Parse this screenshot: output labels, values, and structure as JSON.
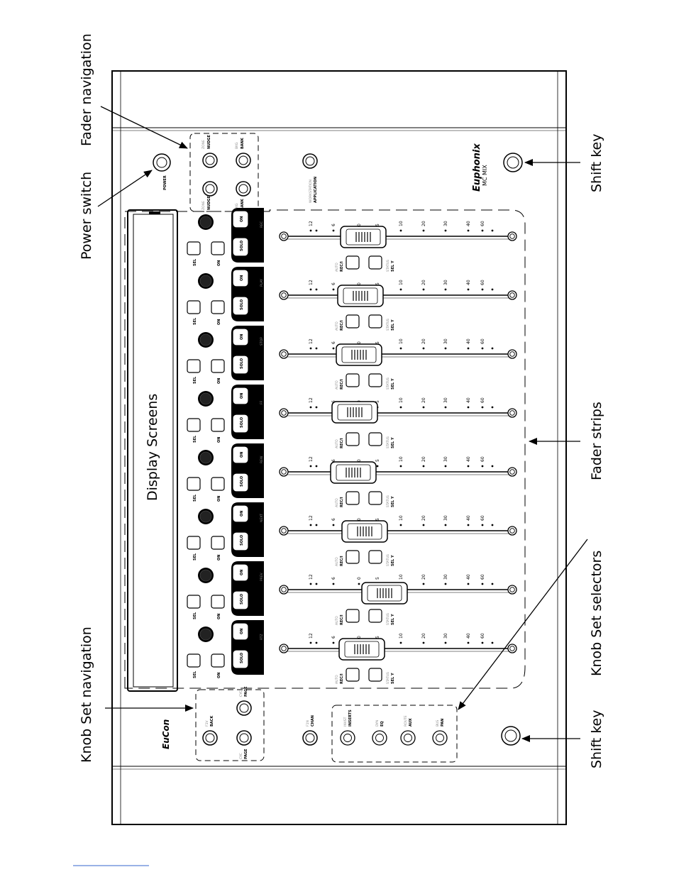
{
  "callouts": {
    "fader_navigation": "Fader navigation",
    "power_switch": "Power switch",
    "shift_key_top": "Shift key",
    "shift_key_bottom": "Shift key",
    "fader_strips": "Fader strips",
    "knob_set_selectors": "Knob Set selectors",
    "knob_set_navigation": "Knob Set navigation",
    "display_screens": "Display Screens"
  },
  "device": {
    "brand": "Euphonix",
    "model": "MC MIX",
    "eucon_logo": "EuCon",
    "power_label": "POWER",
    "application_label": "APPLICATION",
    "application_sub": "WORKSTATION",
    "chan_label": "CHAN",
    "chan_sub": "F1N",
    "back_label": "BACK",
    "back_sub": "F1V"
  },
  "fader_nav": {
    "nudge_up": "NUDGE",
    "nudge_up_sub": "ZONE",
    "nudge_down": "NUDGE",
    "nudge_down_sub": "ZONE",
    "bank_up": "BANK",
    "bank_up_sub": "BKG",
    "bank_down": "BANK",
    "bank_down_sub": "BKG"
  },
  "knob_nav": {
    "page_up": "PAGE",
    "page_up_sub": "CYC",
    "page_down": "PAGE",
    "page_down_sub": "CYC"
  },
  "knob_selectors": [
    {
      "label": "INSERTS",
      "sub": "INVST"
    },
    {
      "label": "EQ",
      "sub": "DYN"
    },
    {
      "label": "AUX",
      "sub": "ROUTE"
    },
    {
      "label": "PAN",
      "sub": "BUS"
    }
  ],
  "strip": {
    "on_label": "ON",
    "solo_label": "SOLO",
    "sel_label": "SEL",
    "knob_on_label": "ON",
    "rec_label": "REC/I",
    "rec_sub": "AUTO",
    "sel_y_label": "SEL Y",
    "sel_y_sub": "STATUS",
    "scale": [
      "12",
      "6",
      "0",
      "5",
      "10",
      "20",
      "30",
      "40",
      "60"
    ]
  },
  "transport_labels": [
    "REC",
    "PLAY",
    "STOP",
    "FF",
    "REW",
    "NEXT",
    "PREV",
    "RTZ"
  ]
}
